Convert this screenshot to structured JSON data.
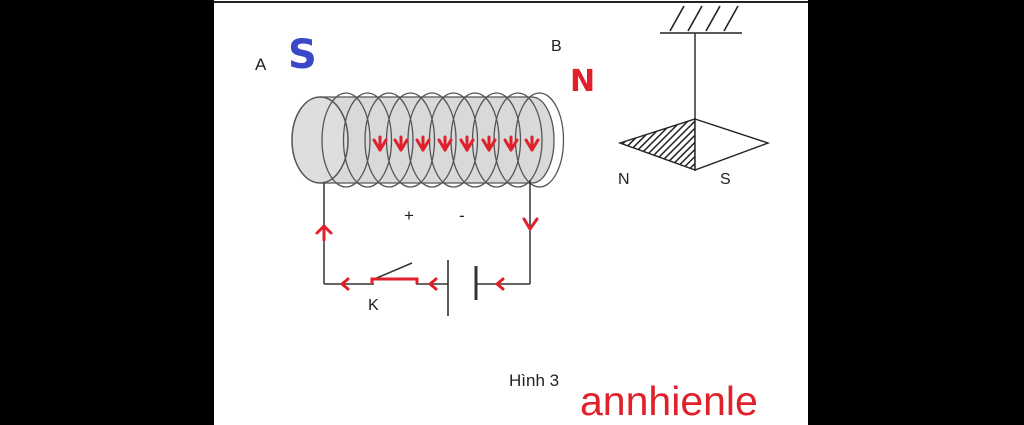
{
  "labels": {
    "end_a": "A",
    "end_b": "B",
    "pole_a": "S",
    "pole_b": "N",
    "plus": "+",
    "minus": "-",
    "switch": "K",
    "needle_left": "N",
    "needle_right": "S",
    "caption": "Hình 3",
    "signature": "annhienle"
  },
  "colors": {
    "annotation_red": "#e0202a",
    "annotation_blue": "#3a48c8",
    "ink": "#222222"
  }
}
